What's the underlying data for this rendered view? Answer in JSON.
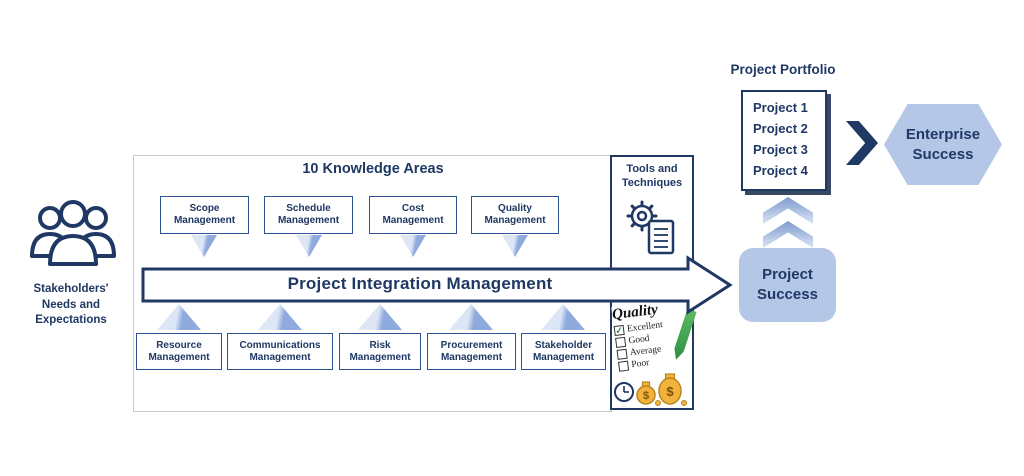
{
  "colors": {
    "navy": "#1f3864",
    "box_border_blue": "#2e5395",
    "light_blue_fill": "#b4c7e7",
    "connector_blue": "#8faadc",
    "check_green": "#1e8e3e",
    "money_gold": "#f2b23c"
  },
  "stakeholders": {
    "lines": [
      "Stakeholders'",
      "Needs and",
      "Expectations"
    ]
  },
  "knowledge": {
    "title": "10 Knowledge Areas",
    "top_boxes": [
      "Scope Management",
      "Schedule Management",
      "Cost Management",
      "Quality Management"
    ],
    "integration": "Project Integration Management",
    "bottom_boxes": [
      "Resource Management",
      "Communications Management",
      "Risk Management",
      "Procurement Management",
      "Stakeholder Management"
    ]
  },
  "tools": {
    "title": "Tools and Techniques",
    "checklist": {
      "title": "Quality",
      "check_glyph": "✓",
      "items": [
        "Excellent",
        "Good",
        "Average",
        "Poor"
      ]
    },
    "dollar": "$"
  },
  "portfolio": {
    "title": "Project Portfolio",
    "projects": [
      "Project 1",
      "Project 2",
      "Project 3",
      "Project 4"
    ]
  },
  "enterprise_success": "Enterprise Success",
  "project_success": "Project Success"
}
